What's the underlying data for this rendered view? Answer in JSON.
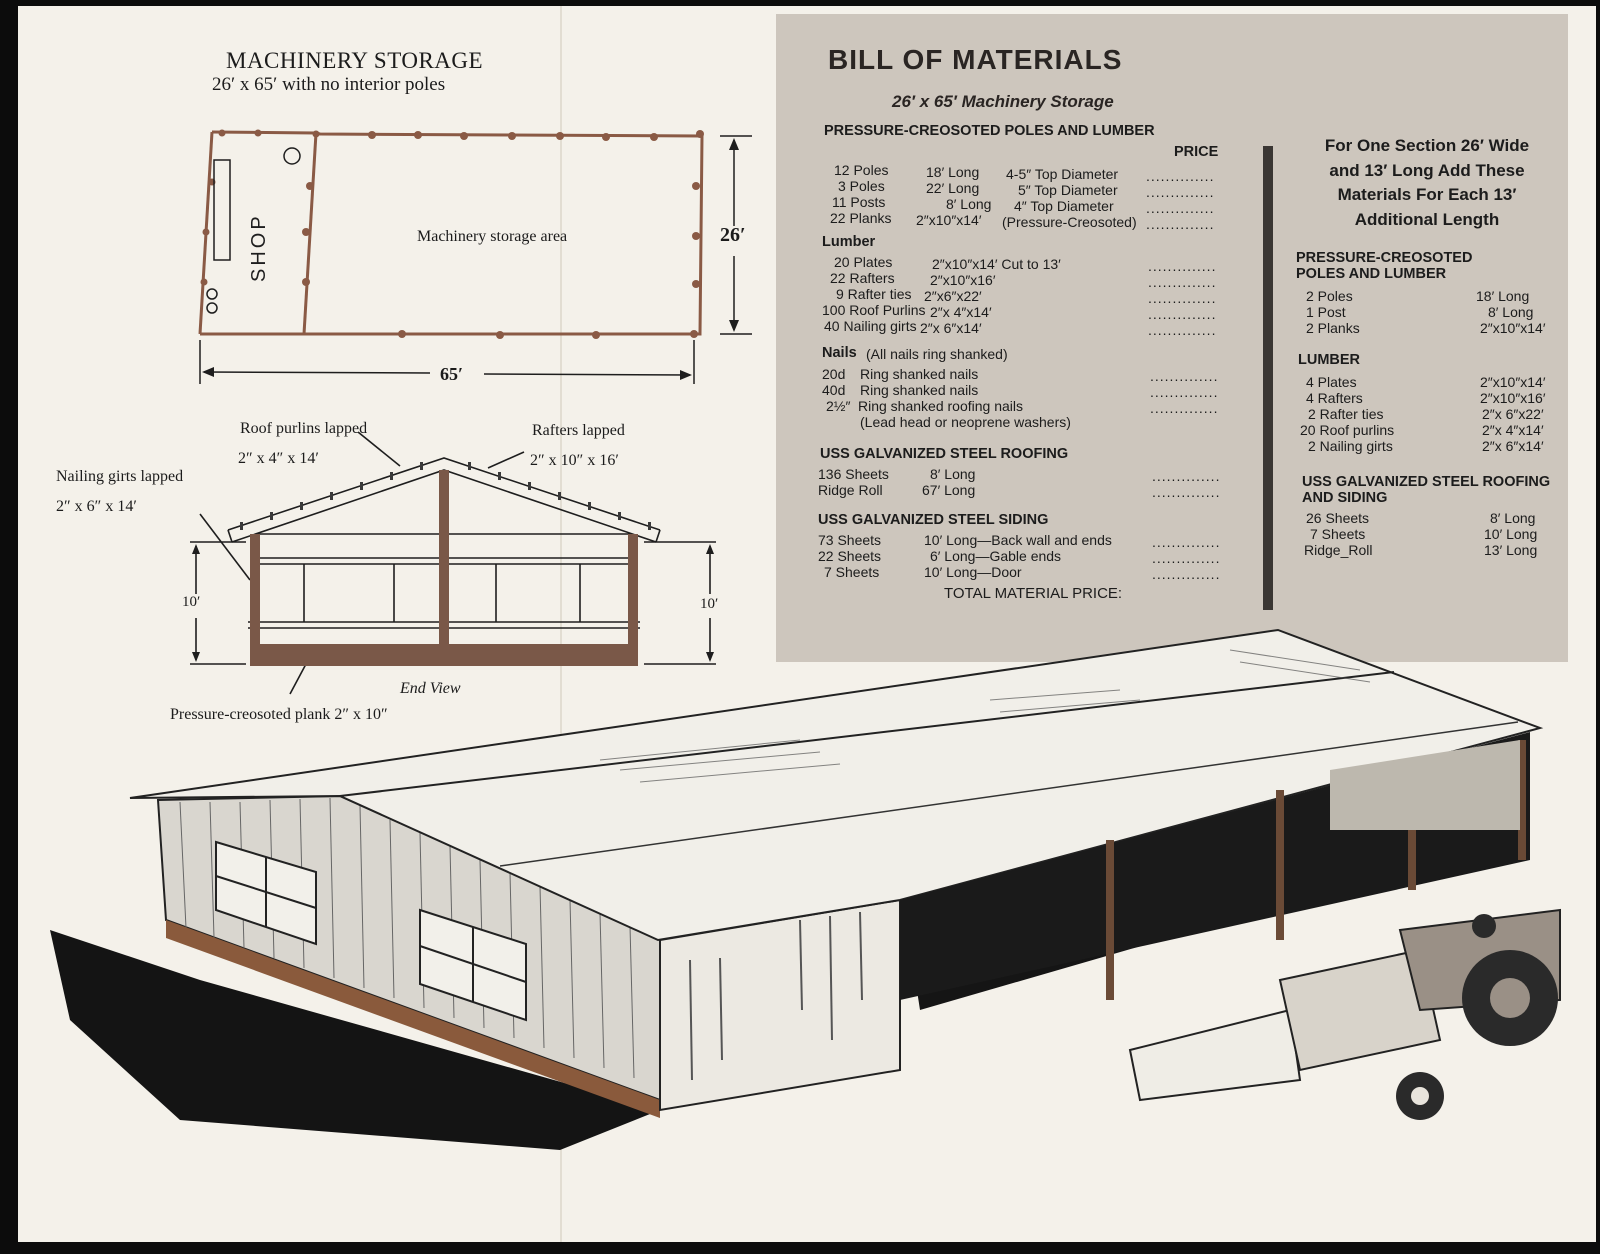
{
  "plan": {
    "title": "MACHINERY STORAGE",
    "subtitle": "26′ x 65′ with no interior poles",
    "shop_label": "SHOP",
    "area_label": "Machinery storage area",
    "width_dim": "26′",
    "length_dim": "65′"
  },
  "end_view": {
    "roof_purlins": "Roof purlins lapped",
    "roof_purlins_size": "2″ x  4″ x 14′",
    "rafters": "Rafters lapped",
    "rafters_size": "2″ x 10″ x 16′",
    "nailing_girts": "Nailing girts lapped",
    "nailing_girts_size": "2″ x  6″ x 14′",
    "height_left": "10′",
    "height_right": "10′",
    "caption": "End View",
    "plank": "Pressure-creosoted plank 2″ x 10″"
  },
  "bom": {
    "title": "BILL OF MATERIALS",
    "subtitle": "26′ x 65′ Machinery Storage",
    "price_header": "PRICE",
    "dots": "..............",
    "sections": [
      {
        "heading": "PRESSURE-CREOSOTED POLES AND LUMBER",
        "rows": [
          {
            "qty": "12 Poles",
            "size": "18′ Long",
            "desc": "4-5″ Top Diameter"
          },
          {
            "qty": "3 Poles",
            "size": "22′ Long",
            "desc": "5″ Top Diameter"
          },
          {
            "qty": "11 Posts",
            "size": "8′ Long",
            "desc": "4″ Top Diameter"
          },
          {
            "qty": "22 Planks",
            "size": "2″x10″x14′",
            "desc": "(Pressure-Creosoted)"
          }
        ]
      },
      {
        "heading": "Lumber",
        "rows": [
          {
            "qty": "20 Plates",
            "size": "2″x10″x14′ Cut to 13′"
          },
          {
            "qty": "22 Rafters",
            "size": "2″x10″x16′"
          },
          {
            "qty": "9 Rafter ties",
            "size": "2″x6″x22′"
          },
          {
            "qty": "100 Roof Purlins",
            "size": "2″x 4″x14′"
          },
          {
            "qty": "40 Nailing girts",
            "size": "2″x 6″x14′"
          }
        ]
      },
      {
        "heading": "Nails",
        "heading_note": "(All nails ring shanked)",
        "rows": [
          {
            "qty": "20d",
            "size": "Ring shanked nails"
          },
          {
            "qty": "40d",
            "size": "Ring shanked nails"
          },
          {
            "qty": "2½″",
            "size": "Ring shanked roofing nails"
          },
          {
            "qty": "",
            "size": "(Lead head or neoprene washers)"
          }
        ]
      },
      {
        "heading": "USS GALVANIZED STEEL ROOFING",
        "rows": [
          {
            "qty": "136 Sheets",
            "size": "8′ Long"
          },
          {
            "qty": "Ridge Roll",
            "size": "67′ Long"
          }
        ]
      },
      {
        "heading": "USS GALVANIZED STEEL SIDING",
        "rows": [
          {
            "qty": "73 Sheets",
            "size": "10′ Long—Back wall and ends"
          },
          {
            "qty": "22 Sheets",
            "size": "6′ Long—Gable ends"
          },
          {
            "qty": "7 Sheets",
            "size": "10′ Long—Door"
          }
        ]
      }
    ],
    "total_label": "TOTAL MATERIAL PRICE:"
  },
  "addon": {
    "heading_lines": [
      "For One Section 26′ Wide",
      "and 13′ Long Add These",
      "Materials For Each 13′",
      "Additional Length"
    ],
    "sections": [
      {
        "heading": "PRESSURE-CREOSOTED POLES AND LUMBER",
        "rows": [
          {
            "qty": "2 Poles",
            "size": "18′ Long"
          },
          {
            "qty": "1 Post",
            "size": "8′ Long"
          },
          {
            "qty": "2 Planks",
            "size": "2″x10″x14′"
          }
        ]
      },
      {
        "heading": "LUMBER",
        "rows": [
          {
            "qty": "4 Plates",
            "size": "2″x10″x14′"
          },
          {
            "qty": "4 Rafters",
            "size": "2″x10″x16′"
          },
          {
            "qty": "2 Rafter ties",
            "size": "2″x 6″x22′"
          },
          {
            "qty": "20 Roof purlins",
            "size": "2″x 4″x14′"
          },
          {
            "qty": "2 Nailing girts",
            "size": "2″x 6″x14′"
          }
        ]
      },
      {
        "heading": "USS GALVANIZED STEEL ROOFING AND SIDING",
        "rows": [
          {
            "qty": "26 Sheets",
            "size": "8′ Long"
          },
          {
            "qty": "7 Sheets",
            "size": "10′ Long"
          },
          {
            "qty": "Ridge_Roll",
            "size": "13′ Long"
          }
        ]
      }
    ]
  }
}
